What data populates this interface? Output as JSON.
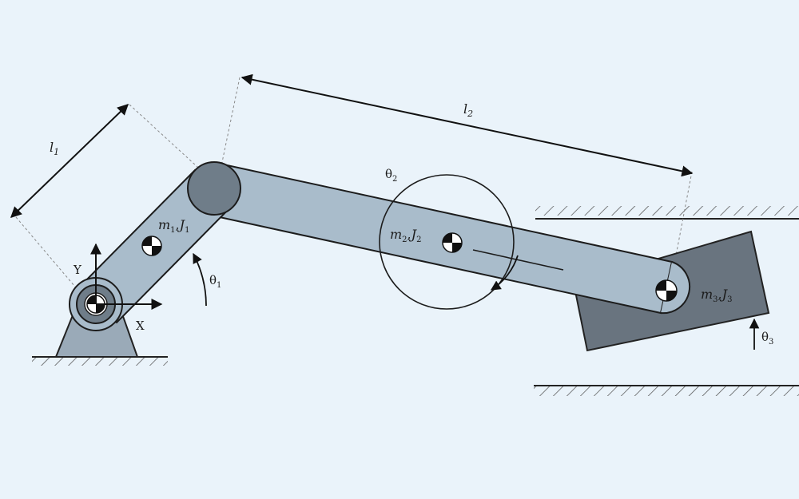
{
  "labels": {
    "l1": "l",
    "l1_sub": "1",
    "l2": "l",
    "l2_sub": "2",
    "theta1": "θ",
    "theta1_sub": "1",
    "theta2": "θ",
    "theta2_sub": "2",
    "theta3": "θ",
    "theta3_sub": "3",
    "link1_m": "m",
    "link1_m_sub": "1",
    "link1_sep": ",",
    "link1_J": "J",
    "link1_J_sub": "1",
    "link2_m": "m",
    "link2_m_sub": "2",
    "link2_sep": ",",
    "link2_J": "J",
    "link2_J_sub": "2",
    "slider_m": "m",
    "slider_m_sub": "3",
    "slider_sep": ",",
    "slider_J": "J",
    "slider_J_sub": "3",
    "axis_x": "X",
    "axis_y": "Y"
  },
  "colors": {
    "background": "#eaf3fa",
    "link_fill": "#a9bccb",
    "link_stroke": "#1c1c1c",
    "slider_fill": "#69747f",
    "base_fill": "#9aaab8",
    "joint_fill": "#6f7d89",
    "line": "#222222",
    "dim_line": "#888888"
  }
}
